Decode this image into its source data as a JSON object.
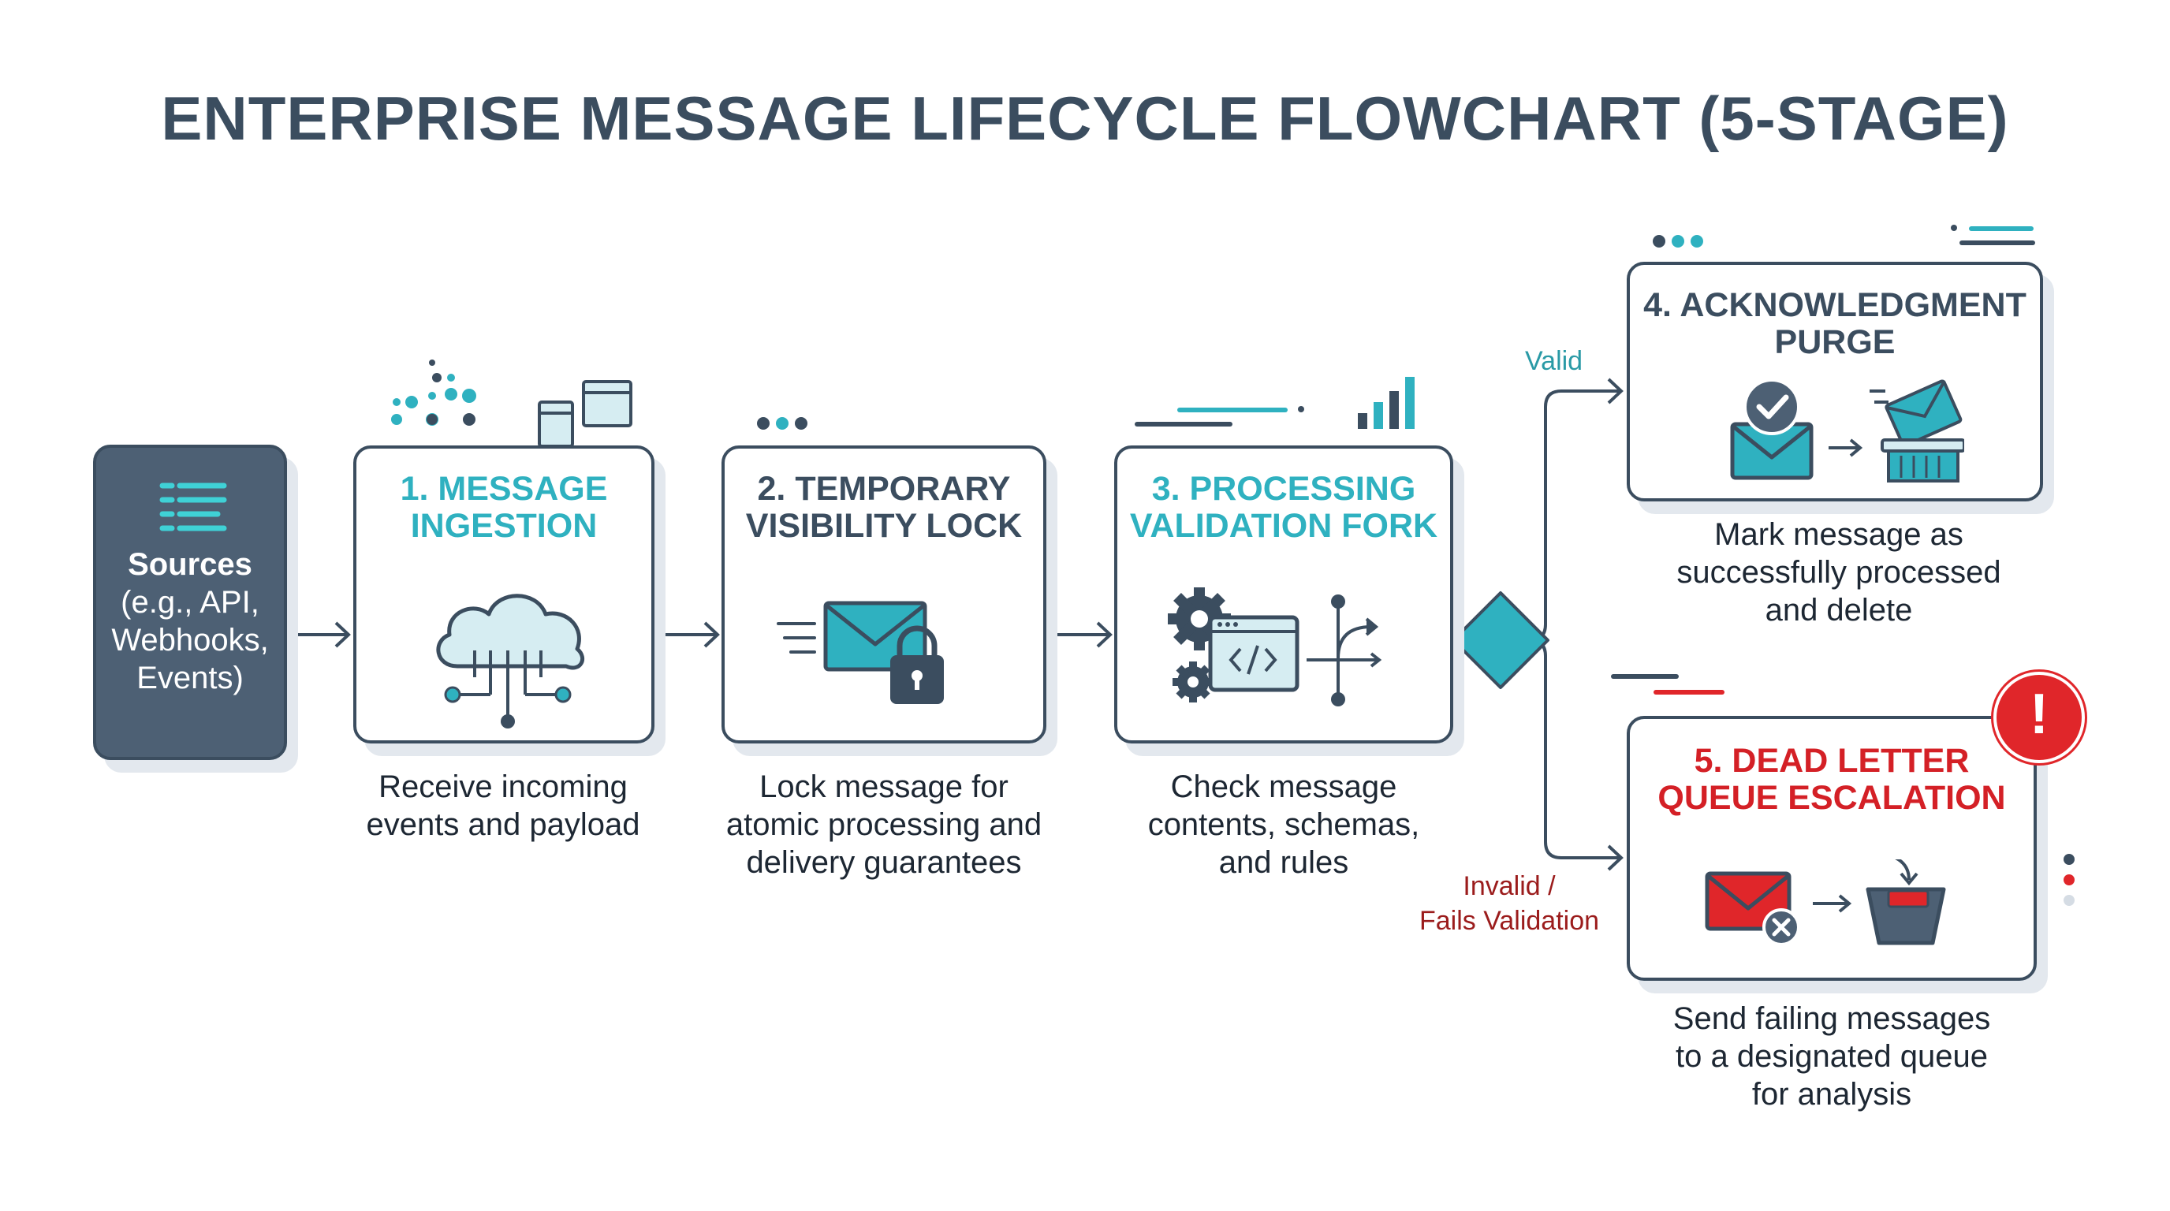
{
  "title": "ENTERPRISE MESSAGE LIFECYCLE FLOWCHART (5-STAGE)",
  "colors": {
    "slate": "#3b4d5f",
    "teal": "#2fb1c0",
    "red": "#e0262a",
    "dark_red": "#9b1c1c",
    "shadow": "#e3e8ee"
  },
  "source": {
    "label": "Sources",
    "details": "(e.g., API,\nWebhooks,\nEvents)",
    "icon": "list-lines-icon"
  },
  "stages": [
    {
      "title": "1. MESSAGE\nINGESTION",
      "description": "Receive incoming\nevents and payload",
      "icon": "cloud-network-icon"
    },
    {
      "title": "2. TEMPORARY\nVISIBILITY LOCK",
      "description": "Lock message for\natomic processing and\ndelivery guarantees",
      "icon": "envelope-lock-icon"
    },
    {
      "title": "3. PROCESSING\nVALIDATION FORK",
      "description": "Check message\ncontents, schemas,\nand rules",
      "icon": "gears-code-fork-icon"
    },
    {
      "title": "4. ACKNOWLEDGMENT\nPURGE",
      "description": "Mark message as\nsuccessfully processed\nand delete",
      "icon": "check-envelope-trash-icon"
    },
    {
      "title": "5. DEAD LETTER\nQUEUE ESCALATION",
      "description": "Send failing messages\nto a designated queue\nfor analysis",
      "icon": "rejected-envelope-queue-icon"
    }
  ],
  "branches": {
    "valid": "Valid",
    "invalid": "Invalid /\nFails Validation"
  },
  "alert_symbol": "!"
}
